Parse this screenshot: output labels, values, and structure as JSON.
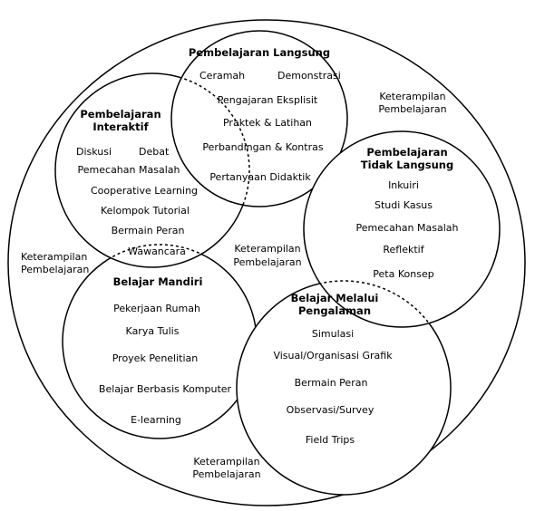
{
  "direct": {
    "title": "Pembelajaran Langsung",
    "items": [
      "Ceramah",
      "Demonstrasi",
      "Pengajaran Eksplisit",
      "Praktek & Latihan",
      "Perbandingan & Kontras",
      "Pertanyaan Didaktik"
    ]
  },
  "interactive": {
    "title_lines": [
      "Pembelajaran",
      "Interaktif"
    ],
    "items": [
      "Diskusi",
      "Debat",
      "Pemecahan Masalah",
      "Cooperative Learning",
      "Kelompok Tutorial",
      "Bermain Peran",
      "Wawancara"
    ]
  },
  "indirect": {
    "title_lines": [
      "Pembelajaran",
      "Tidak Langsung"
    ],
    "items": [
      "Inkuiri",
      "Studi Kasus",
      "Pemecahan Masalah",
      "Reflektif",
      "Peta Konsep"
    ]
  },
  "independent": {
    "title": "Belajar Mandiri",
    "items": [
      "Pekerjaan Rumah",
      "Karya Tulis",
      "Proyek Penelitian",
      "Belajar Berbasis Komputer",
      "E-learning"
    ]
  },
  "experiential": {
    "title_lines": [
      "Belajar Melalui",
      "Pengalaman"
    ],
    "items": [
      "Simulasi",
      "Visual/Organisasi Grafik",
      "Bermain Peran",
      "Observasi/Survey",
      "Field Trips"
    ]
  },
  "skills_labels": {
    "top_right": [
      "Keterampilan",
      "Pembelajaran"
    ],
    "left": [
      "Keterampilan",
      "Pembelajaran"
    ],
    "center": [
      "Keterampilan",
      "Pembelajaran"
    ],
    "bottom": [
      "Keterampilan",
      "Pembelajaran"
    ]
  }
}
